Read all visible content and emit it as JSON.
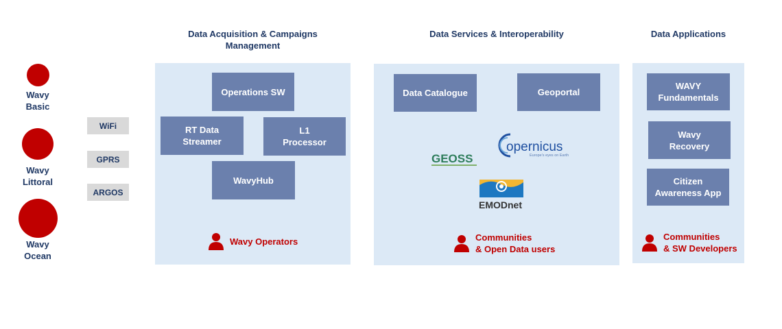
{
  "colors": {
    "header_text": "#1f3864",
    "panel_bg": "#dce9f6",
    "box_bg": "#6b80ad",
    "box_text": "#ffffff",
    "accent_red": "#c00000",
    "comm_bg": "#d9d9d9"
  },
  "devices": [
    {
      "label": "Wavy\nBasic"
    },
    {
      "label": "Wavy\nLittoral"
    },
    {
      "label": "Wavy\nOcean"
    }
  ],
  "comms": [
    "WiFi",
    "GPRS",
    "ARGOS"
  ],
  "sections": {
    "acquisition": {
      "title": "Data Acquisition & Campaigns\nManagement",
      "boxes": [
        "Operations SW",
        "RT Data\nStreamer",
        "L1\nProcessor",
        "WavyHub"
      ],
      "user_label": "Wavy Operators"
    },
    "services": {
      "title": "Data Services & Interoperability",
      "boxes": [
        "Data Catalogue",
        "Geoportal"
      ],
      "logos": {
        "geoss": "GEOSS",
        "copernicus": "opernicus",
        "copernicus_tagline": "Europe's eyes on Earth",
        "emodnet": "EMODnet"
      },
      "user_label": "Communities\n& Open Data users"
    },
    "applications": {
      "title": "Data Applications",
      "boxes": [
        "WAVY\nFundamentals",
        "Wavy\nRecovery",
        "Citizen\nAwareness App"
      ],
      "user_label": "Communities\n& SW Developers"
    }
  }
}
